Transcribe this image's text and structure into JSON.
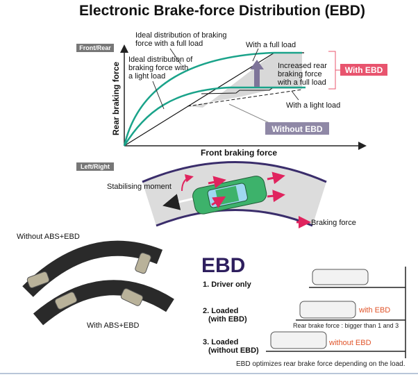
{
  "title": "Electronic Brake-force Distribution (EBD)",
  "front_rear": {
    "tag": "Front/Rear",
    "y_axis": "Rear braking force",
    "x_axis": "Front braking force",
    "ideal_full": [
      "Ideal distribution of braking",
      "force with a full load"
    ],
    "ideal_light": [
      "Ideal distribution of",
      "braking force with",
      "a light load"
    ],
    "with_full_load": "With a full load",
    "increased": [
      "Increased rear",
      "braking force",
      "with a full load"
    ],
    "with_light_load": "With a light load",
    "with_ebd": "With EBD",
    "without_ebd": "Without EBD"
  },
  "left_right": {
    "tag": "Left/Right",
    "stabilising": "Stabilising moment",
    "braking_force": "Braking force"
  },
  "abs": {
    "without": "Without ABS+EBD",
    "with": "With ABS+EBD"
  },
  "ebd_panel": {
    "logo": "EBD",
    "rows": [
      {
        "label1": "1. Driver only",
        "label2": ""
      },
      {
        "label1": "2. Loaded",
        "label2": "(with EBD)",
        "note": "with EBD"
      },
      {
        "label1": "3. Loaded",
        "label2": "(without EBD)",
        "note": "without EBD"
      }
    ],
    "rear_note": "Rear brake force : bigger than 1 and 3",
    "footer": "EBD optimizes rear brake force depending on the load."
  },
  "colors": {
    "teal": "#1aa38a",
    "pink": "#e8546e",
    "purple": "#2e1f5e",
    "gray_box": "#8f88a6"
  }
}
